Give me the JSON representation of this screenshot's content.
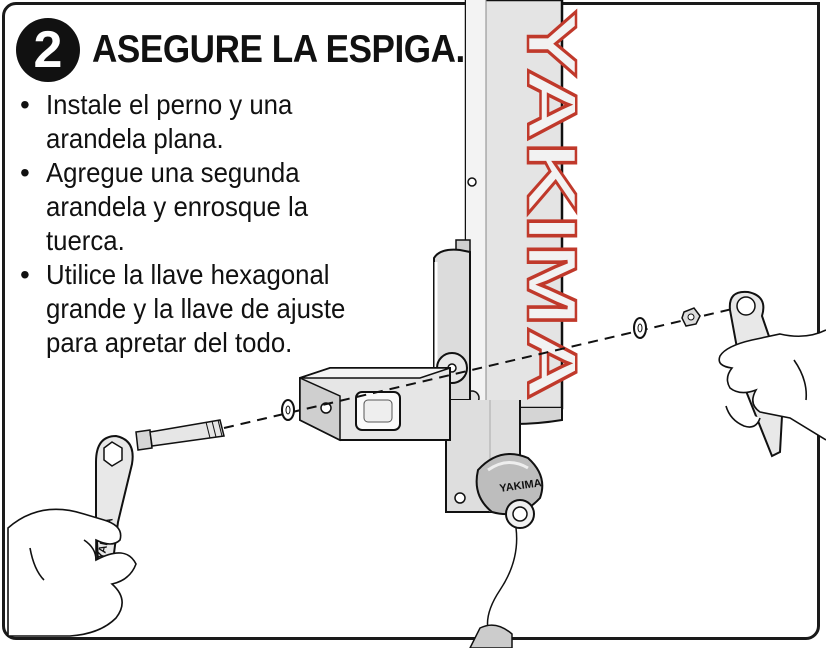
{
  "step": {
    "number": "2",
    "title": "ASEGURE LA ESPIGA."
  },
  "instructions": [
    {
      "bullet": "•",
      "text": "Instale el perno y una arandela plana."
    },
    {
      "bullet": "•",
      "text": "Agregue una segunda arandela y enrosque la tuerca."
    },
    {
      "bullet": "•",
      "text": "Utilice la llave hexagonal grande y la llave de ajuste para apretar del todo."
    }
  ],
  "brand": {
    "logo_text": "YAKIMA",
    "mast_text": "YAKIMA"
  },
  "colors": {
    "ink": "#111111",
    "metal": "#d9d9d9",
    "accent_red": "#c0392b"
  },
  "illustration": {
    "items": [
      "mast",
      "hitch-receiver",
      "bolt",
      "flat-washer",
      "lock-washer",
      "nut",
      "hex-wrench",
      "adjust-wrench",
      "knob",
      "left-hand",
      "right-hand",
      "lanyard"
    ]
  }
}
